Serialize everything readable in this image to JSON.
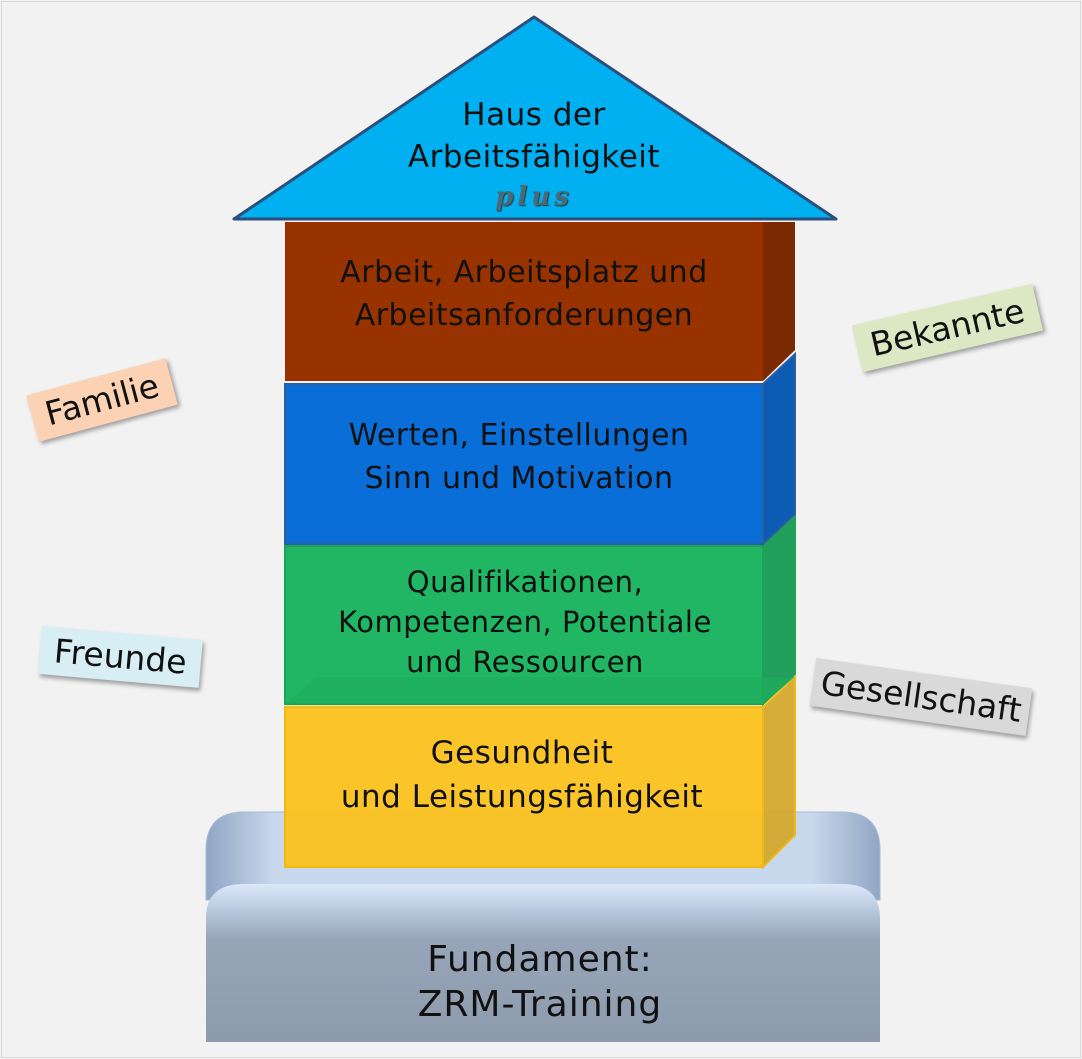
{
  "roof": {
    "line1": "Haus der",
    "line2": "Arbeitsfähigkeit",
    "plus": "plus"
  },
  "floors": [
    {
      "line1": "Arbeit, Arbeitsplatz und",
      "line2": "Arbeitsanforderungen",
      "line3": "",
      "color": "#983300"
    },
    {
      "line1": "Werten, Einstellungen",
      "line2": "Sinn und Motivation",
      "line3": "",
      "color": "#0a6ed9"
    },
    {
      "line1": "Qualifikationen,",
      "line2": "Kompetenzen,  Potentiale",
      "line3": "und Ressourcen",
      "color": "#21b663"
    },
    {
      "line1": "Gesundheit",
      "line2": "und Leistungsfähigkeit",
      "line3": "",
      "color": "#fbc21f"
    }
  ],
  "foundation": {
    "line1": "Fundament:",
    "line2": "ZRM-Training"
  },
  "tags": {
    "familie": {
      "label": "Familie",
      "color": "#fbd2b4"
    },
    "bekannte": {
      "label": "Bekannte",
      "color": "#dbe8c3"
    },
    "freunde": {
      "label": "Freunde",
      "color": "#d8eef5"
    },
    "gesellschaft": {
      "label": "Gesellschaft",
      "color": "#d9d9d9"
    }
  }
}
